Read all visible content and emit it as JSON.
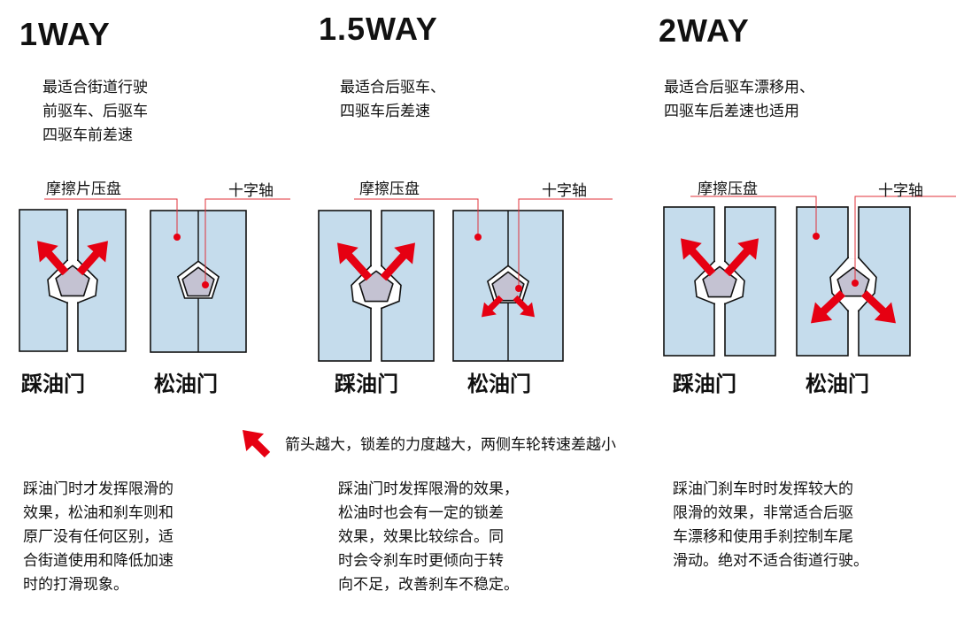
{
  "colors": {
    "plate": "#c5dcec",
    "shaft": "#c4c2d2",
    "arrow": "#e60012",
    "line": "#e0303a"
  },
  "columns": [
    {
      "title": "1WAY",
      "desc": "最适合街道行驶\n前驱车、后驱车\n四驱车前差速",
      "plate_label": "摩擦片压盘",
      "shaft_label": "十字轴",
      "press_label": "踩油门",
      "release_label": "松油门",
      "body": "踩油门时才发挥限滑的\n效果，松油和刹车则和\n原厂没有任何区别，适\n合街道使用和降低加速\n时的打滑现象。"
    },
    {
      "title": "1.5WAY",
      "desc": "最适合后驱车、\n四驱车后差速",
      "plate_label": "摩擦压盘",
      "shaft_label": "十字轴",
      "press_label": "踩油门",
      "release_label": "松油门",
      "body": "踩油门时发挥限滑的效果，\n松油时也会有一定的锁差\n效果，效果比较综合。同\n时会令刹车时更倾向于转\n向不足，改善刹车不稳定。"
    },
    {
      "title": "2WAY",
      "desc": "最适合后驱车漂移用、\n四驱车后差速也适用",
      "plate_label": "摩擦压盘",
      "shaft_label": "十字轴",
      "press_label": "踩油门",
      "release_label": "松油门",
      "body": "踩油门刹车时时发挥较大的\n限滑的效果，非常适合后驱\n车漂移和使用手刹控制车尾\n滑动。绝对不适合街道行驶。"
    }
  ],
  "legend": {
    "icon": "red-arrow-icon",
    "text": "箭头越大，锁差的力度越大，两侧车轮转速差越小"
  }
}
